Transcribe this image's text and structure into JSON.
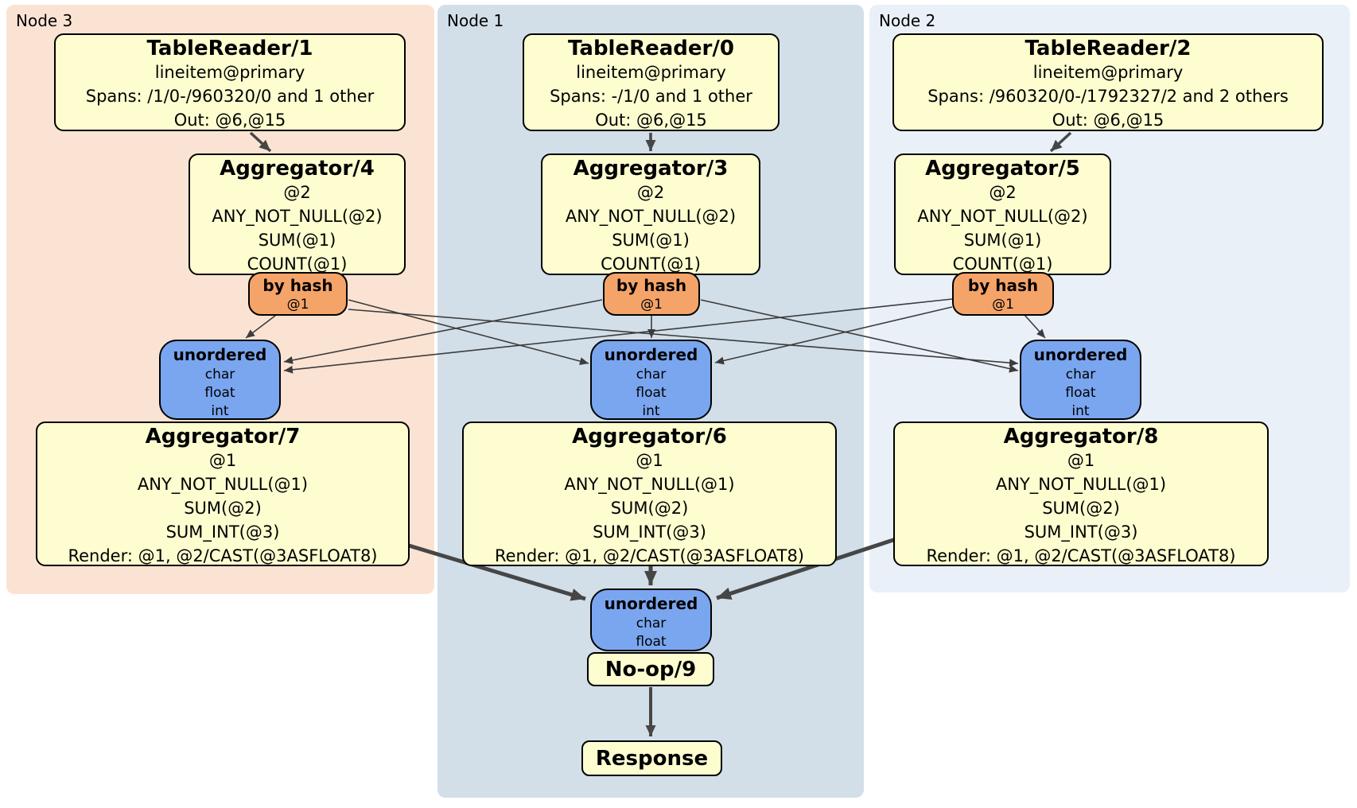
{
  "regions": [
    {
      "label": "Node 3"
    },
    {
      "label": "Node 1"
    },
    {
      "label": "Node 2"
    }
  ],
  "processors": {
    "tr1": {
      "title": "TableReader/1",
      "lines": [
        "lineitem@primary",
        "Spans: /1/0-/960320/0 and 1 other",
        "Out: @6,@15"
      ]
    },
    "tr0": {
      "title": "TableReader/0",
      "lines": [
        "lineitem@primary",
        "Spans: -/1/0 and 1 other",
        "Out: @6,@15"
      ]
    },
    "tr2": {
      "title": "TableReader/2",
      "lines": [
        "lineitem@primary",
        "Spans: /960320/0-/1792327/2 and 2 others",
        "Out: @6,@15"
      ]
    },
    "agg4": {
      "title": "Aggregator/4",
      "lines": [
        "@2",
        "ANY_NOT_NULL(@2)",
        "SUM(@1)",
        "COUNT(@1)"
      ]
    },
    "agg3": {
      "title": "Aggregator/3",
      "lines": [
        "@2",
        "ANY_NOT_NULL(@2)",
        "SUM(@1)",
        "COUNT(@1)"
      ]
    },
    "agg5": {
      "title": "Aggregator/5",
      "lines": [
        "@2",
        "ANY_NOT_NULL(@2)",
        "SUM(@1)",
        "COUNT(@1)"
      ]
    },
    "agg7": {
      "title": "Aggregator/7",
      "lines": [
        "@1",
        "ANY_NOT_NULL(@1)",
        "SUM(@2)",
        "SUM_INT(@3)",
        "Render: @1, @2/CAST(@3ASFLOAT8)"
      ]
    },
    "agg6": {
      "title": "Aggregator/6",
      "lines": [
        "@1",
        "ANY_NOT_NULL(@1)",
        "SUM(@2)",
        "SUM_INT(@3)",
        "Render: @1, @2/CAST(@3ASFLOAT8)"
      ]
    },
    "agg8": {
      "title": "Aggregator/8",
      "lines": [
        "@1",
        "ANY_NOT_NULL(@1)",
        "SUM(@2)",
        "SUM_INT(@3)",
        "Render: @1, @2/CAST(@3ASFLOAT8)"
      ]
    },
    "noop": {
      "title": "No-op/9"
    },
    "response": {
      "title": "Response"
    }
  },
  "routers": {
    "hash3": {
      "title": "by hash",
      "lines": [
        "@1"
      ]
    },
    "hash1": {
      "title": "by hash",
      "lines": [
        "@1"
      ]
    },
    "hash2": {
      "title": "by hash",
      "lines": [
        "@1"
      ]
    }
  },
  "syncs": {
    "u3": {
      "title": "unordered",
      "lines": [
        "char",
        "float",
        "int"
      ]
    },
    "u1": {
      "title": "unordered",
      "lines": [
        "char",
        "float",
        "int"
      ]
    },
    "u2": {
      "title": "unordered",
      "lines": [
        "char",
        "float",
        "int"
      ]
    },
    "ufinal": {
      "title": "unordered",
      "lines": [
        "char",
        "float"
      ]
    }
  },
  "edges": [
    {
      "from": "TableReader/1",
      "to": "Aggregator/4"
    },
    {
      "from": "TableReader/0",
      "to": "Aggregator/3"
    },
    {
      "from": "TableReader/2",
      "to": "Aggregator/5"
    },
    {
      "from": "by hash (Node 3)",
      "to": "unordered (Node 3)"
    },
    {
      "from": "by hash (Node 3)",
      "to": "unordered (Node 1)"
    },
    {
      "from": "by hash (Node 3)",
      "to": "unordered (Node 2)"
    },
    {
      "from": "by hash (Node 1)",
      "to": "unordered (Node 3)"
    },
    {
      "from": "by hash (Node 1)",
      "to": "unordered (Node 1)"
    },
    {
      "from": "by hash (Node 1)",
      "to": "unordered (Node 2)"
    },
    {
      "from": "by hash (Node 2)",
      "to": "unordered (Node 3)"
    },
    {
      "from": "by hash (Node 2)",
      "to": "unordered (Node 1)"
    },
    {
      "from": "by hash (Node 2)",
      "to": "unordered (Node 2)"
    },
    {
      "from": "Aggregator/7",
      "to": "final unordered"
    },
    {
      "from": "Aggregator/6",
      "to": "final unordered"
    },
    {
      "from": "Aggregator/8",
      "to": "final unordered"
    },
    {
      "from": "No-op/9",
      "to": "Response"
    }
  ],
  "colors": {
    "node3_bg": "#fbe3d3",
    "node1_bg": "#d2dfe9",
    "node2_bg": "#eaf0f8",
    "processor_fill": "#fdfdd0",
    "router_fill": "#f5a469",
    "sync_fill": "#7aa6f0",
    "edge": "#3c3c3c",
    "edge_thick": "#464646"
  }
}
